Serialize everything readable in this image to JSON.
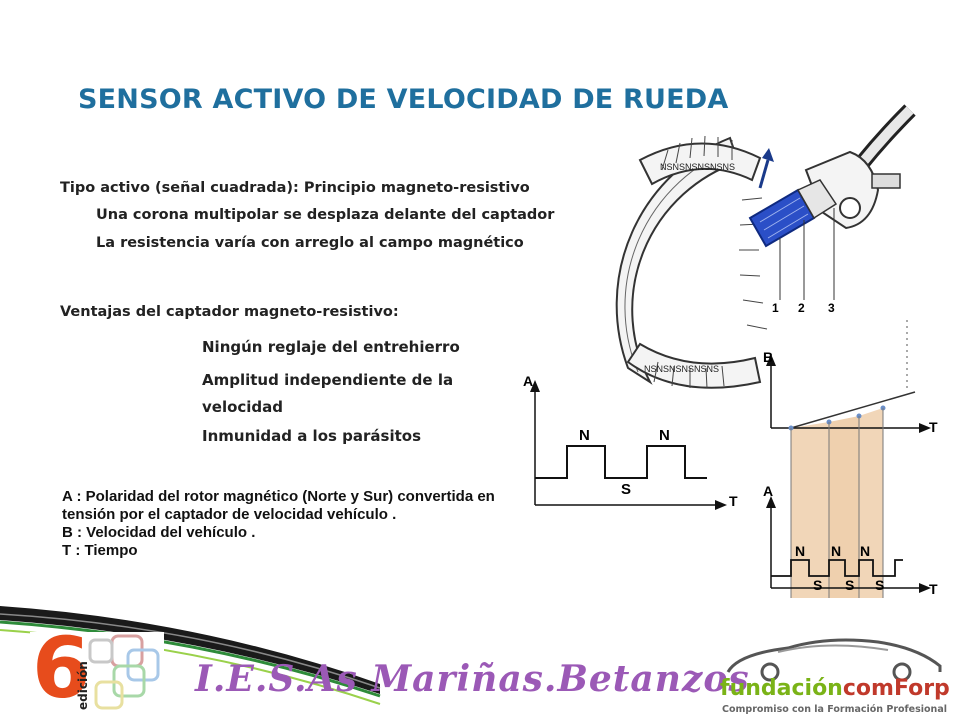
{
  "slide": {
    "title": "SENSOR ACTIVO  DE VELOCIDAD DE RUEDA",
    "type_line": "Tipo activo (señal cuadrada): Principio magneto-resistivo",
    "bullets1": [
      "Una corona multipolar se desplaza delante del captador",
      "La resistencia varía con arreglo al campo magnético"
    ],
    "advantages_heading": "Ventajas del captador magneto-resistivo:",
    "advantages": [
      "Ningún reglaje del entrehierro",
      "Amplitud independiente de la velocidad",
      "Inmunidad a los parásitos"
    ],
    "legend": [
      "A : Polaridad del rotor magnético (Norte y Sur) convertida en tensión por el captador de velocidad vehículo .",
      "B : Velocidad del vehículo .",
      "T : Tiempo"
    ]
  },
  "diagram": {
    "ring_letters": "NSNSNSNSNSNS",
    "part_numbers": [
      "1",
      "2",
      "3"
    ]
  },
  "graph_left": {
    "y_label": "A",
    "x_label": "T",
    "pulse_labels": [
      "N",
      "N"
    ],
    "gap_label": "S"
  },
  "graph_right_top": {
    "y_label": "B",
    "x_label": "T"
  },
  "graph_right_bottom": {
    "y_label": "A",
    "x_label": "T",
    "top_labels": [
      "N",
      "N",
      "N"
    ],
    "bottom_labels": [
      "S",
      "S",
      "S"
    ]
  },
  "footer": {
    "edition_number": "6",
    "edition_word": "edición",
    "school": "I.E.S.As Mariñas.Betanzos",
    "foundation_prefix": "fundación",
    "foundation_brand": "comForp",
    "foundation_tagline": "Compromiso con la Formación Profesional"
  },
  "colors": {
    "title": "#1f6f9e",
    "school_text": "#9b59b6",
    "sensor_blue": "#2b4fc7",
    "graph_fill": "#f1d6b8",
    "brand_green": "#7ab317",
    "brand_red": "#c0392b"
  }
}
